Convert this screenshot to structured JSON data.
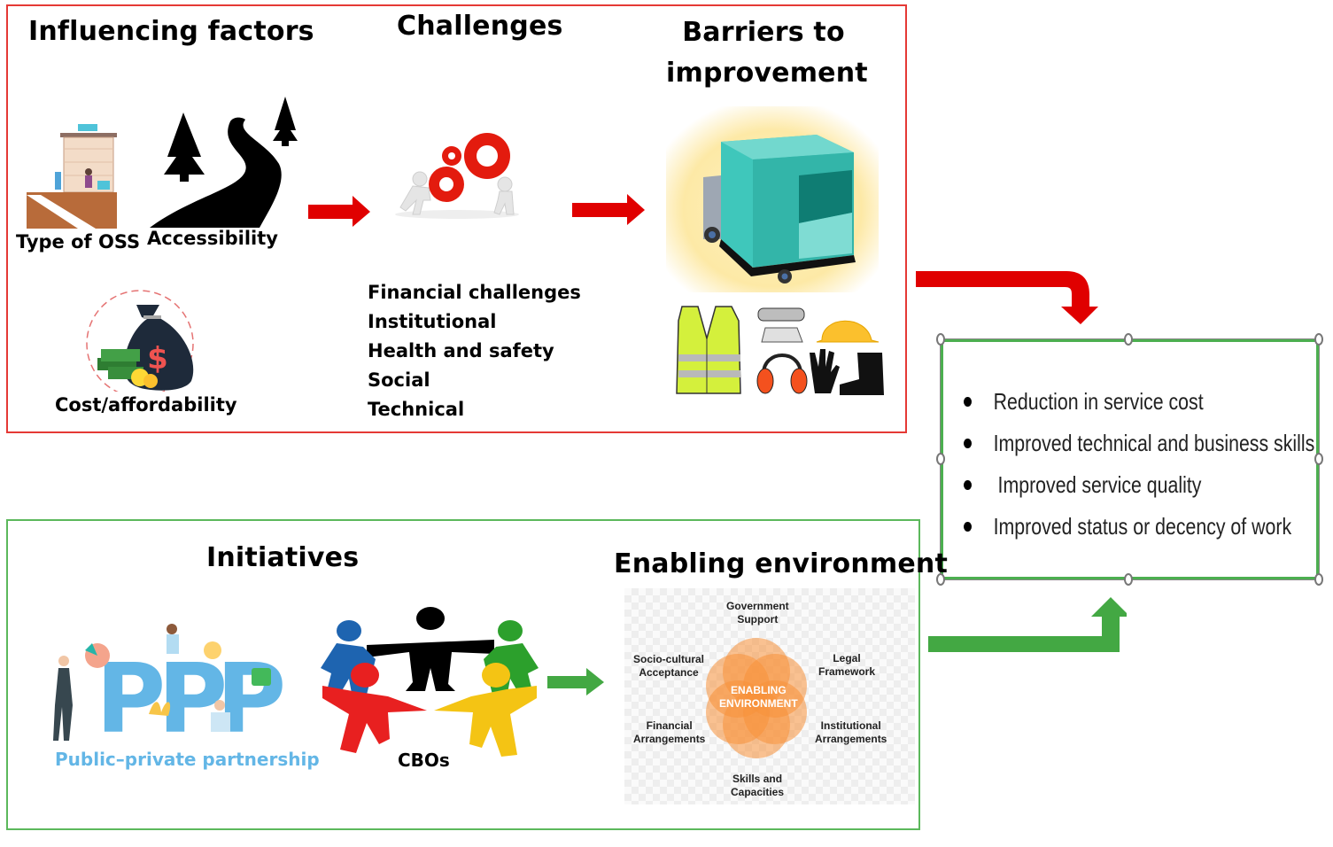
{
  "top_section": {
    "influencing_factors": {
      "heading": "Influencing factors",
      "items": [
        "Type of OSS",
        "Accessibility",
        "Cost/affordability"
      ]
    },
    "challenges": {
      "heading": "Challenges",
      "items": [
        "Financial challenges",
        "Institutional",
        "Health and safety",
        "Social",
        "Technical"
      ]
    },
    "barriers": {
      "heading_line1": "Barriers to",
      "heading_line2": "improvement"
    }
  },
  "bottom_section": {
    "initiatives": {
      "heading": "Initiatives",
      "ppp_caption": "Public–private partnership",
      "cbo_caption": "CBOs"
    },
    "enabling_environment": {
      "heading": "Enabling environment",
      "center_line1": "ENABLING",
      "center_line2": "ENVIRONMENT",
      "factors": [
        {
          "line1": "Government",
          "line2": "Support"
        },
        {
          "line1": "Socio-cultural",
          "line2": "Acceptance"
        },
        {
          "line1": "Legal",
          "line2": "Framework"
        },
        {
          "line1": "Financial",
          "line2": "Arrangements"
        },
        {
          "line1": "Institutional",
          "line2": "Arrangements"
        },
        {
          "line1": "Skills and",
          "line2": "Capacities"
        }
      ]
    }
  },
  "outcomes": {
    "items": [
      "Reduction in service cost",
      "Improved technical and business skills",
      "Improved service quality",
      "Improved status or decency of work"
    ]
  },
  "colors": {
    "red_frame": "#e53935",
    "red_arrow": "#e00000",
    "green_frame": "#5cb85c",
    "green_arrow": "#43a843",
    "ppp_blue": "#63b6e6",
    "orange": "#f7913a"
  }
}
